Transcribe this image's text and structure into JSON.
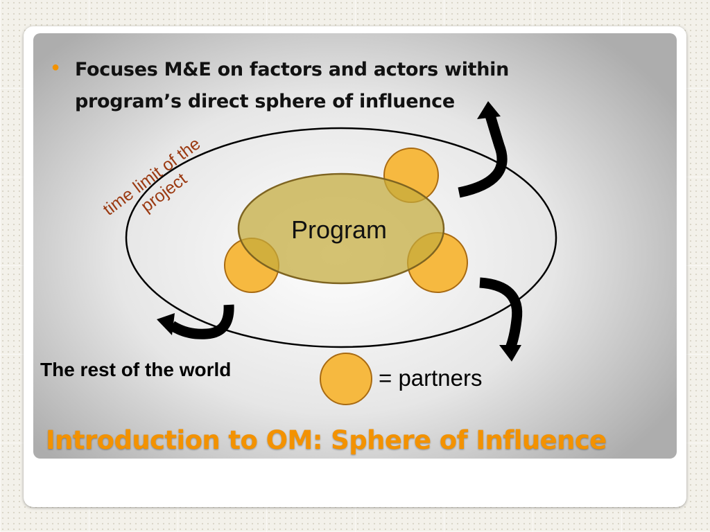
{
  "slide": {
    "title": "Introduction to OM: Sphere of Influence",
    "bullets": [
      "Focuses M&E on factors and actors within program’s direct sphere of influence"
    ]
  },
  "diagram": {
    "boundary_label": "time limit of the project",
    "program_label": "Program",
    "outside_label": "The rest of the world",
    "legend_label": "= partners",
    "partner_count": 3,
    "arrow_count": 3
  },
  "colors": {
    "accent": "#f39200",
    "partner_fill": "#f6b940",
    "partner_stroke": "#a86a12",
    "program_fill": "#d6c06a",
    "program_stroke": "#7e6421",
    "boundary_label_color": "#9b3a12",
    "panel_edge": "#adadad"
  }
}
